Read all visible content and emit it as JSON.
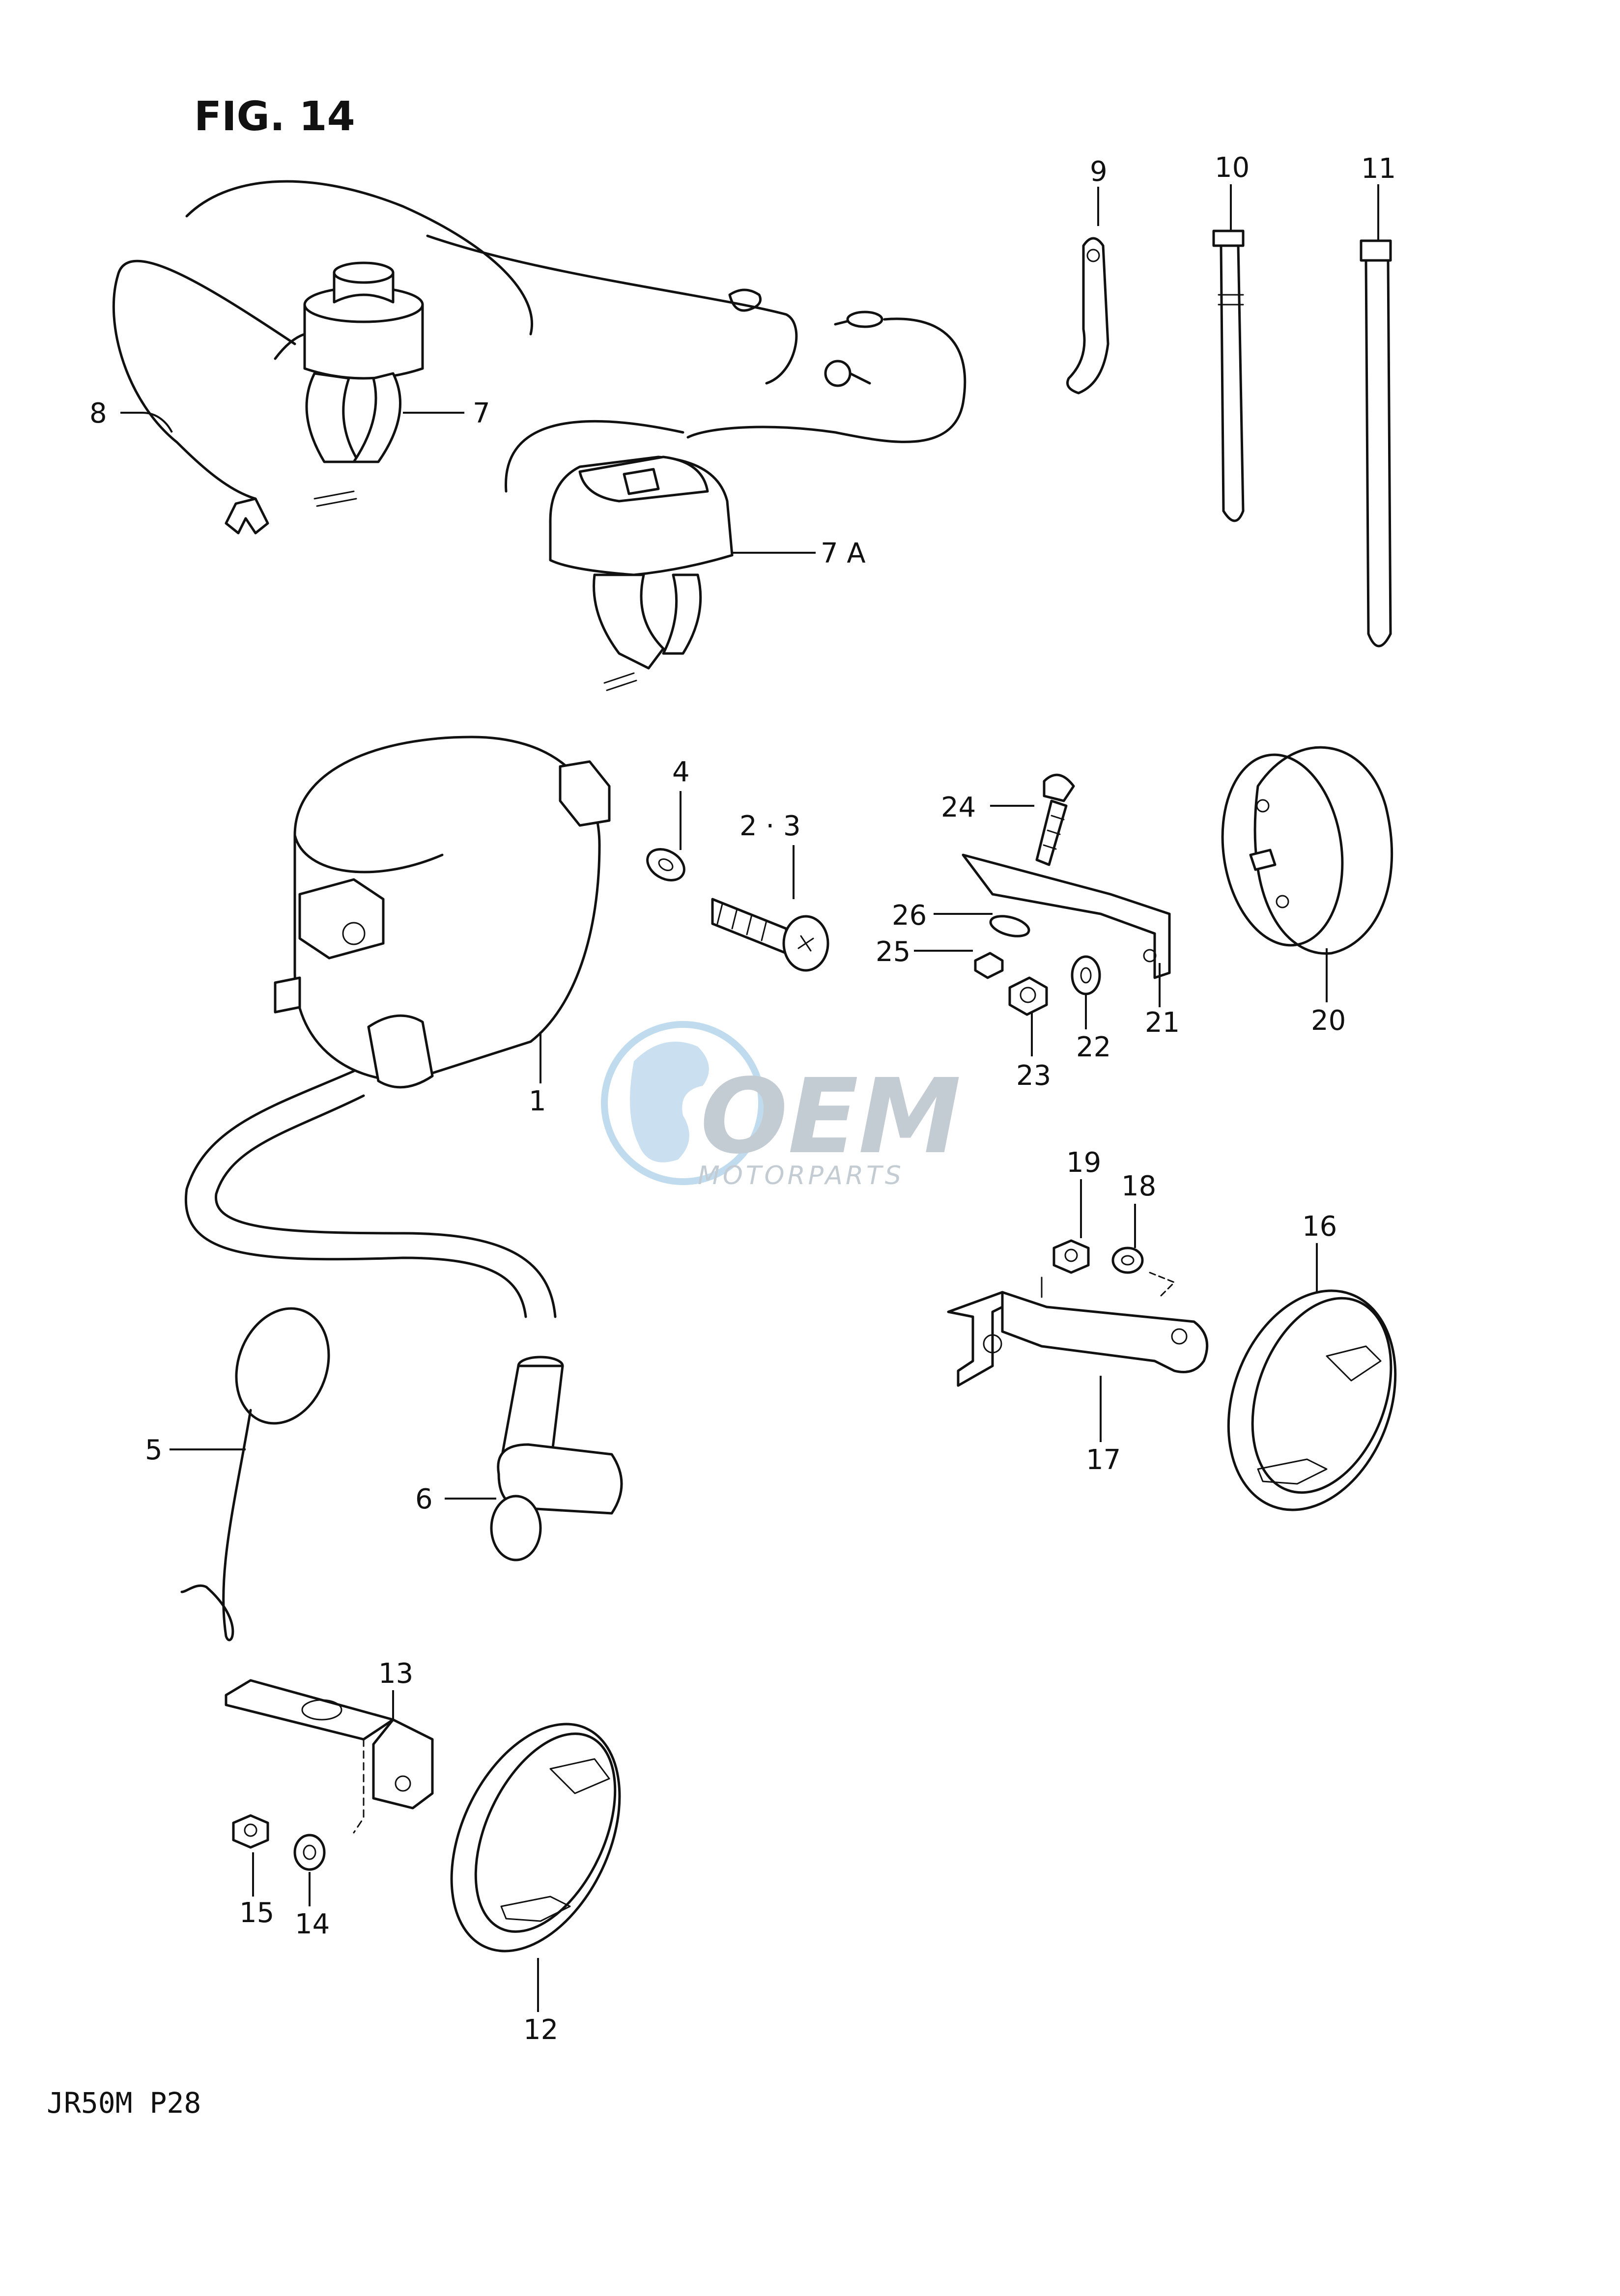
{
  "figure": {
    "title": "FIG. 14",
    "footer": "JR50M P28"
  },
  "watermark": {
    "brand": "OEM",
    "subtitle": "MOTORPARTS",
    "color_blue": "#2e86c8",
    "color_gray": "#b9c2cc"
  },
  "labels": {
    "p1": "1",
    "p2_3": "2 · 3",
    "p4": "4",
    "p5": "5",
    "p6": "6",
    "p7": "7",
    "p7a": "7 A",
    "p8": "8",
    "p9": "9",
    "p10": "10",
    "p11": "11",
    "p12": "12",
    "p13": "13",
    "p14": "14",
    "p15": "15",
    "p16": "16",
    "p17": "17",
    "p18": "18",
    "p19": "19",
    "p20": "20",
    "p21": "21",
    "p22": "22",
    "p23": "23",
    "p24": "24",
    "p25": "25",
    "p26": "26"
  }
}
